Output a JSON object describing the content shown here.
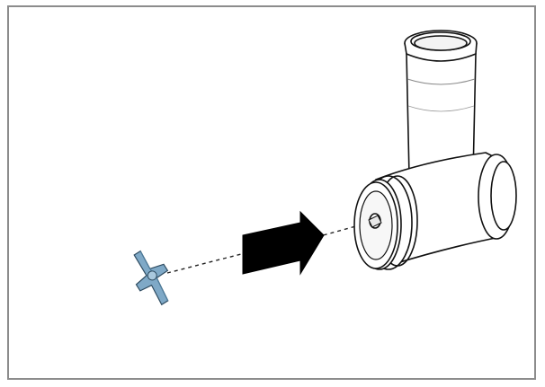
{
  "figure": {
    "description_icon": "meat-grinder-assembly-icon",
    "colors": {
      "frame_border": "#8c8c8c",
      "outline": "#111111",
      "housing_fill": "#ffffff",
      "blade_fill": "#7fa9c7",
      "blade_shade": "#4f7f9f",
      "arrow_fill": "#000000",
      "guide_line": "#222222"
    },
    "parts": [
      "grinder-housing",
      "drive-shaft",
      "cross-blade",
      "insert-arrow",
      "alignment-guide"
    ]
  }
}
